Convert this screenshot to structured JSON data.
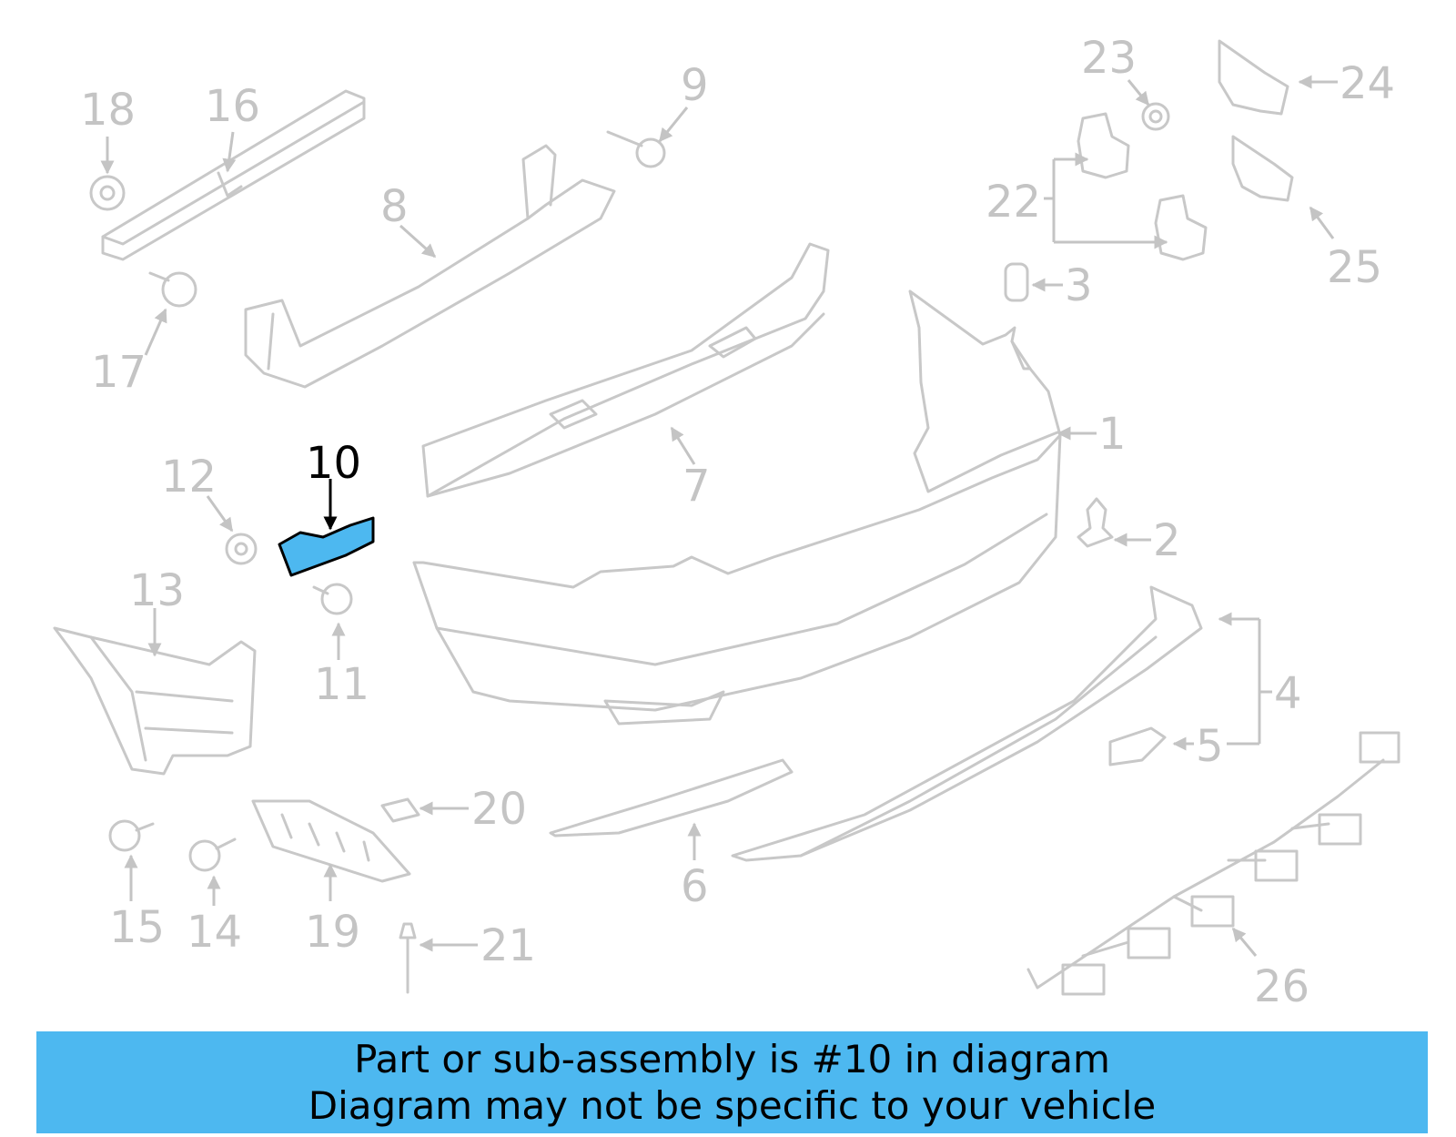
{
  "highlighted_part": "10",
  "callouts": [
    "1",
    "2",
    "3",
    "4",
    "5",
    "6",
    "7",
    "8",
    "9",
    "10",
    "11",
    "12",
    "13",
    "14",
    "15",
    "16",
    "17",
    "18",
    "19",
    "20",
    "21",
    "22",
    "23",
    "24",
    "25",
    "26"
  ],
  "banner": {
    "line1": "Part or sub-assembly is #10 in diagram",
    "line2": "Diagram may not be specific to your vehicle"
  },
  "colors": {
    "highlight": "#4db8f0",
    "banner": "#4db8f0",
    "line_art": "#c8c8c8",
    "highlight_label": "#000000"
  }
}
